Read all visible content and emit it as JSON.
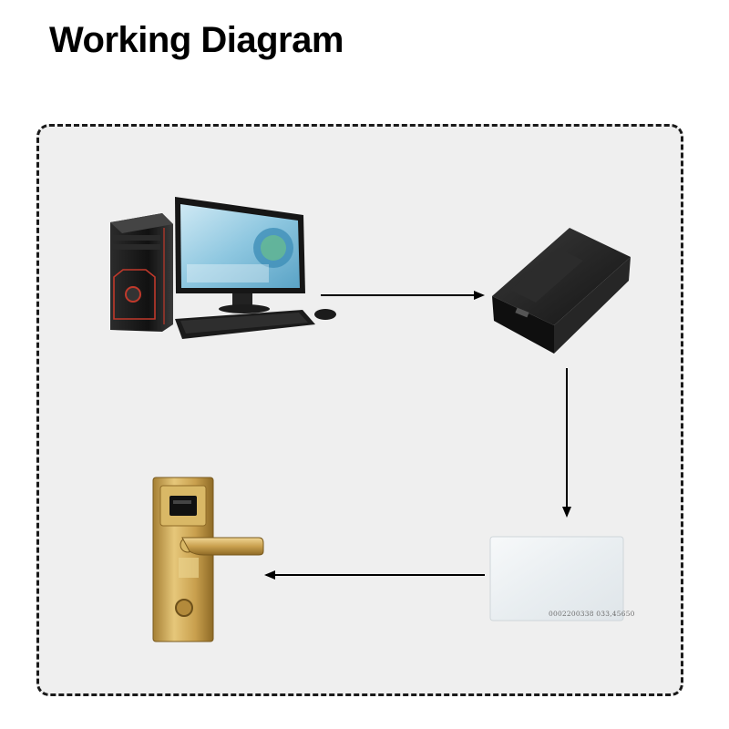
{
  "title": "Working Diagram",
  "nodes": [
    {
      "id": "computer",
      "icon": "desktop-computer-icon"
    },
    {
      "id": "card-encoder",
      "icon": "card-reader-icon"
    },
    {
      "id": "rfid-card",
      "icon": "rfid-card-icon",
      "printed_text": "0002200338 033,45650"
    },
    {
      "id": "door-lock",
      "icon": "hotel-door-lock-icon"
    }
  ],
  "flow": [
    {
      "from": "computer",
      "to": "card-encoder"
    },
    {
      "from": "card-encoder",
      "to": "rfid-card"
    },
    {
      "from": "rfid-card",
      "to": "door-lock"
    }
  ],
  "colors": {
    "panel_background": "#efefef",
    "border": "#1a1a1a",
    "arrow": "#000000",
    "lock_gold": "#c9a04e",
    "reader_black": "#1e1e1e",
    "pc_accent_red": "#c0392b",
    "monitor_screen": "#8ec7e0"
  }
}
